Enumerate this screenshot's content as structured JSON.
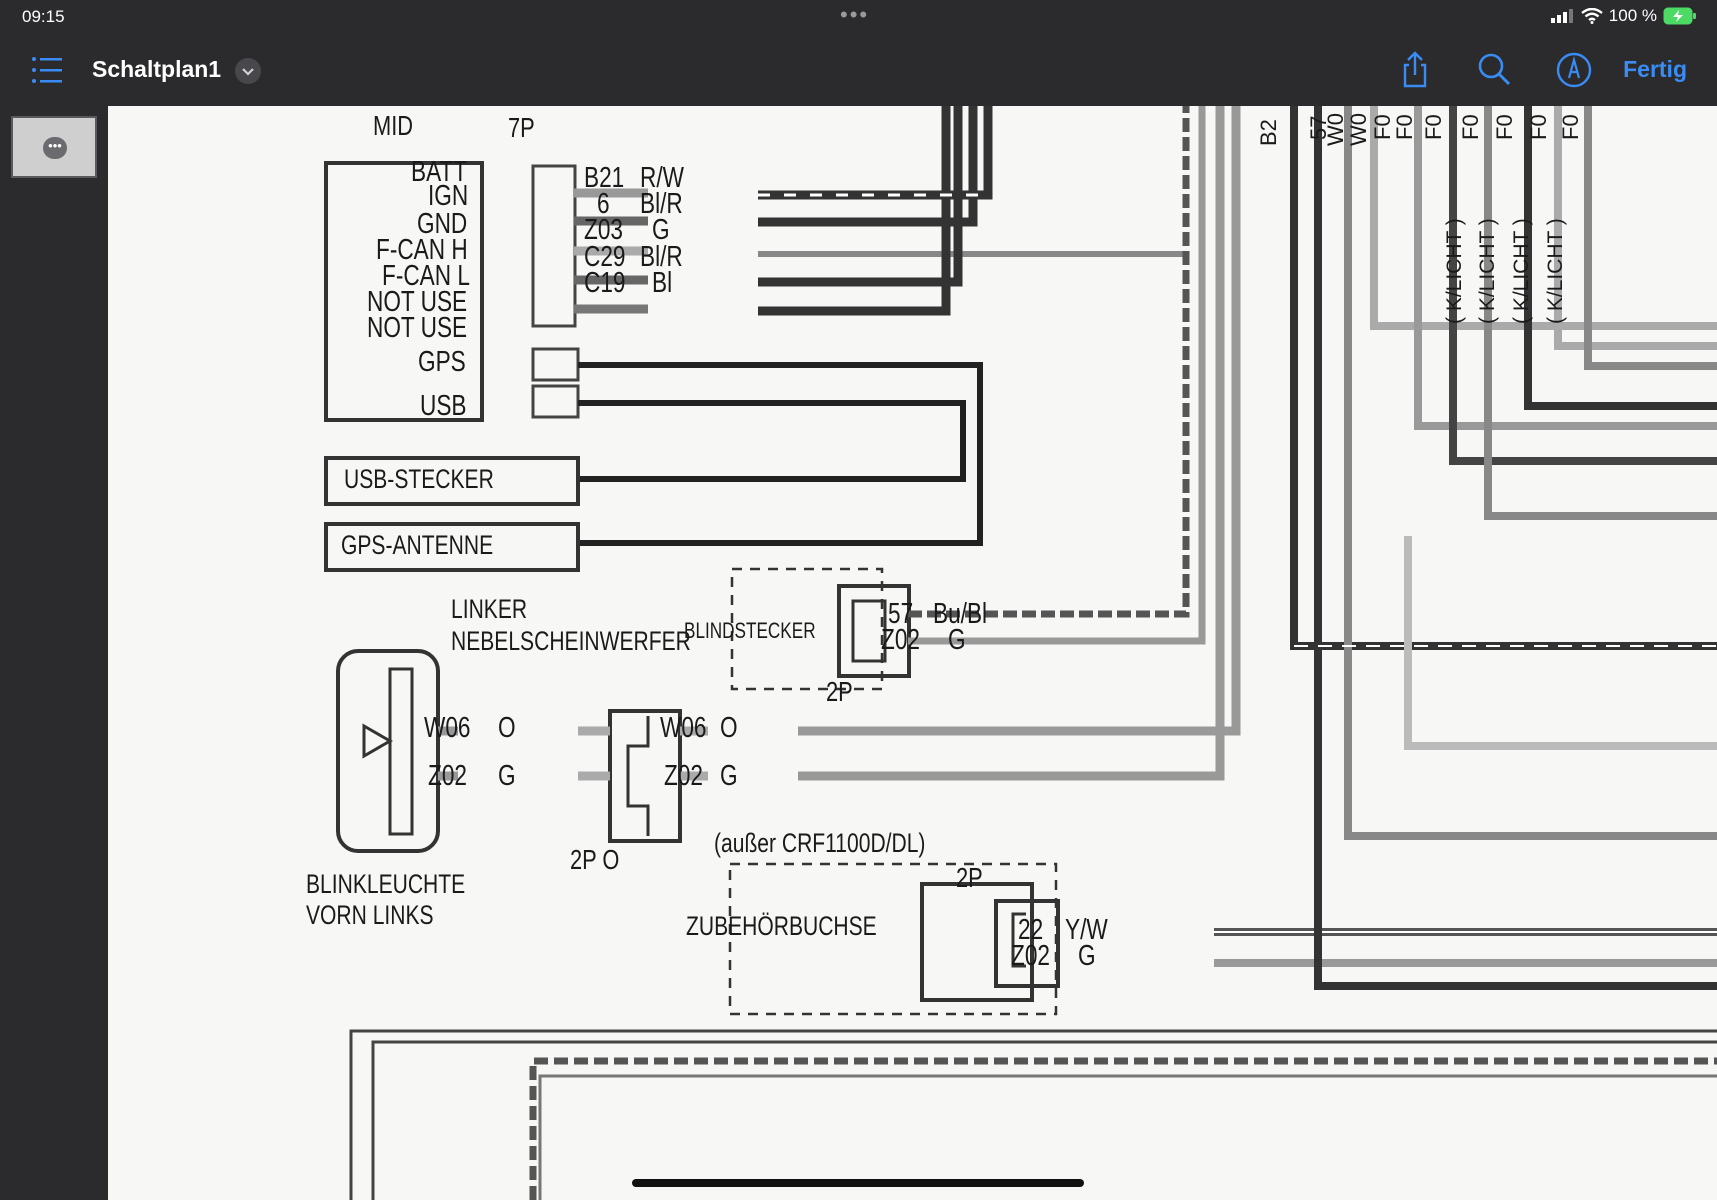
{
  "status": {
    "time": "09:15",
    "battery": "100 %"
  },
  "nav": {
    "title": "Schaltplan1",
    "done": "Fertig"
  },
  "diagram": {
    "mid": "MID",
    "p7": "7P",
    "pins_left": [
      "BATT",
      "IGN",
      "GND",
      "F-CAN H",
      "F-CAN L",
      "NOT USE",
      "NOT USE",
      "GPS",
      "USB"
    ],
    "codes": [
      "B21",
      "6",
      "Z03",
      "C29",
      "C19"
    ],
    "colors": [
      "R/W",
      "Bl/R",
      "G",
      "Bl/R",
      "Bl"
    ],
    "usb_stecker": "USB-STECKER",
    "gps_antenne": "GPS-ANTENNE",
    "linker": "LINKER",
    "nebel": "NEBELSCHEINWERFER",
    "blindstecker": "BLINDSTECKER",
    "c57": "57",
    "bubl": "Bu/Bl",
    "z02": "Z02",
    "g": "G",
    "p2": "2P",
    "w06": "W06",
    "o": "O",
    "p2o": "2P O",
    "blink1": "BLINKLEUCHTE",
    "blink2": "VORN LINKS",
    "ausser": "(außer CRF1100D/DL)",
    "zubehoer": "ZUBEHÖRBUCHSE",
    "c22": "22",
    "yw": "Y/W",
    "top_labels": [
      "B2",
      "57",
      "W0",
      "W0",
      "F0",
      "F0",
      "F0",
      "F0",
      "F0",
      "F0",
      "F0"
    ],
    "klicht": "( K/LICHT )"
  }
}
